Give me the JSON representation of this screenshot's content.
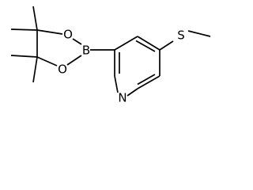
{
  "molecule": {
    "atoms": {
      "O1": "O",
      "O2": "O",
      "B": "B",
      "S": "S",
      "N": "N"
    }
  }
}
